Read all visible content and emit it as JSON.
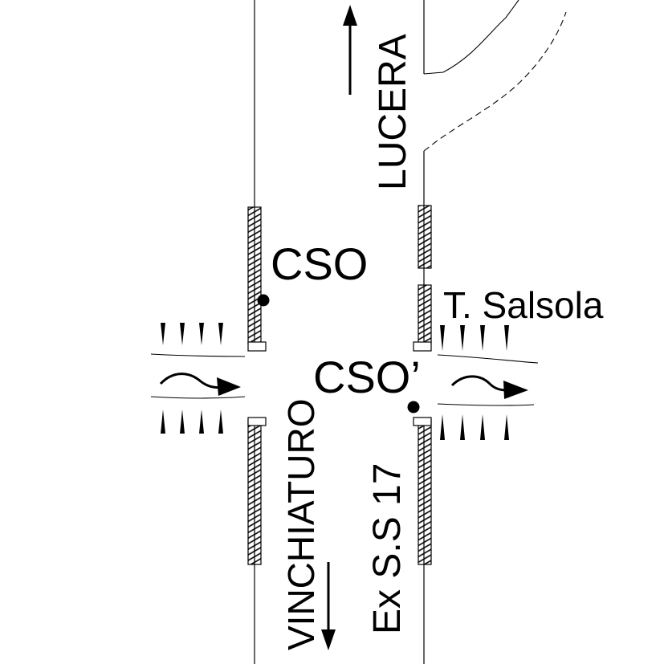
{
  "labels": {
    "lucera": "LUCERA",
    "cso": "CSO",
    "cso_prime": "CSO’",
    "salsola": "T. Salsola",
    "vinchiaturo": "VINCHIATURO",
    "road": "Ex S.S 17"
  },
  "colors": {
    "ink": "#000000",
    "background": "#ffffff"
  }
}
